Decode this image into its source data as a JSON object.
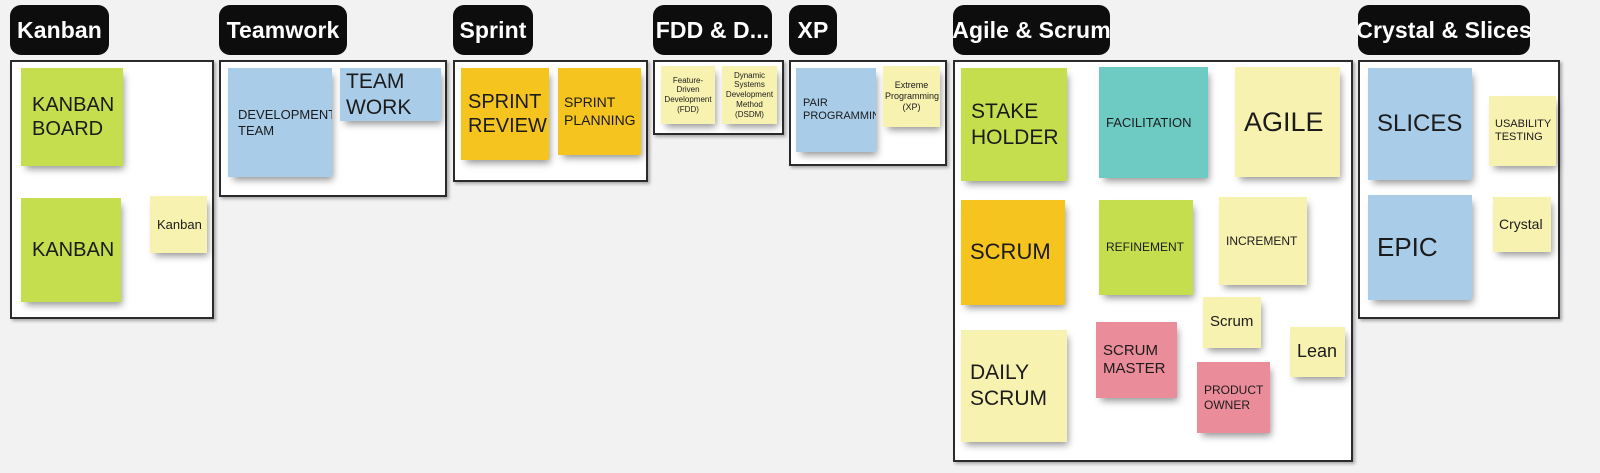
{
  "board": {
    "background_color": "#f2f2f2",
    "label_color": "#0d0d0d",
    "label_text_color": "#ffffff",
    "panel_border_color": "#2b2b2b",
    "note_colors": {
      "green": "#c4de4e",
      "blue": "#a9cce9",
      "gold": "#f5c41f",
      "pale_yellow": "#f8f2b0",
      "teal": "#6ecbc4",
      "pink": "#eb8c9a"
    }
  },
  "sections": [
    {
      "id": "kanban",
      "label": "Kanban",
      "notes": [
        {
          "text": "KANBAN BOARD",
          "color": "green"
        },
        {
          "text": "KANBAN",
          "color": "green"
        },
        {
          "text": "Kanban",
          "color": "pale_yellow"
        }
      ]
    },
    {
      "id": "teamwork",
      "label": "Teamwork",
      "notes": [
        {
          "text": "DEVELOPMENT TEAM",
          "color": "blue"
        },
        {
          "text": "TEAM WORK",
          "color": "blue"
        }
      ]
    },
    {
      "id": "sprint",
      "label": "Sprint",
      "notes": [
        {
          "text": "SPRINT REVIEW",
          "color": "gold"
        },
        {
          "text": "SPRINT PLANNING",
          "color": "gold"
        }
      ]
    },
    {
      "id": "fdd-dsdm",
      "label": "FDD & D...",
      "notes": [
        {
          "text": "Feature-Driven Development (FDD)",
          "color": "pale_yellow"
        },
        {
          "text": "Dynamic Systems Development Method (DSDM)",
          "color": "pale_yellow"
        }
      ]
    },
    {
      "id": "xp",
      "label": "XP",
      "notes": [
        {
          "text": "PAIR PROGRAMMING",
          "color": "blue"
        },
        {
          "text": "Extreme Programming (XP)",
          "color": "pale_yellow"
        }
      ]
    },
    {
      "id": "agile-scrum",
      "label": "Agile & Scrum",
      "notes": [
        {
          "text": "STAKE HOLDER",
          "color": "green"
        },
        {
          "text": "FACILITATION",
          "color": "teal"
        },
        {
          "text": "AGILE",
          "color": "pale_yellow"
        },
        {
          "text": "SCRUM",
          "color": "gold"
        },
        {
          "text": "REFINEMENT",
          "color": "green"
        },
        {
          "text": "INCREMENT",
          "color": "pale_yellow"
        },
        {
          "text": "Scrum",
          "color": "pale_yellow"
        },
        {
          "text": "DAILY SCRUM",
          "color": "pale_yellow"
        },
        {
          "text": "SCRUM MASTER",
          "color": "pink"
        },
        {
          "text": "PRODUCT OWNER",
          "color": "pink"
        },
        {
          "text": "Lean",
          "color": "pale_yellow"
        }
      ]
    },
    {
      "id": "crystal-slices",
      "label": "Crystal & Slices",
      "notes": [
        {
          "text": "SLICES",
          "color": "blue"
        },
        {
          "text": "USABILITY TESTING",
          "color": "pale_yellow"
        },
        {
          "text": "EPIC",
          "color": "blue"
        },
        {
          "text": "Crystal",
          "color": "pale_yellow"
        }
      ]
    }
  ]
}
